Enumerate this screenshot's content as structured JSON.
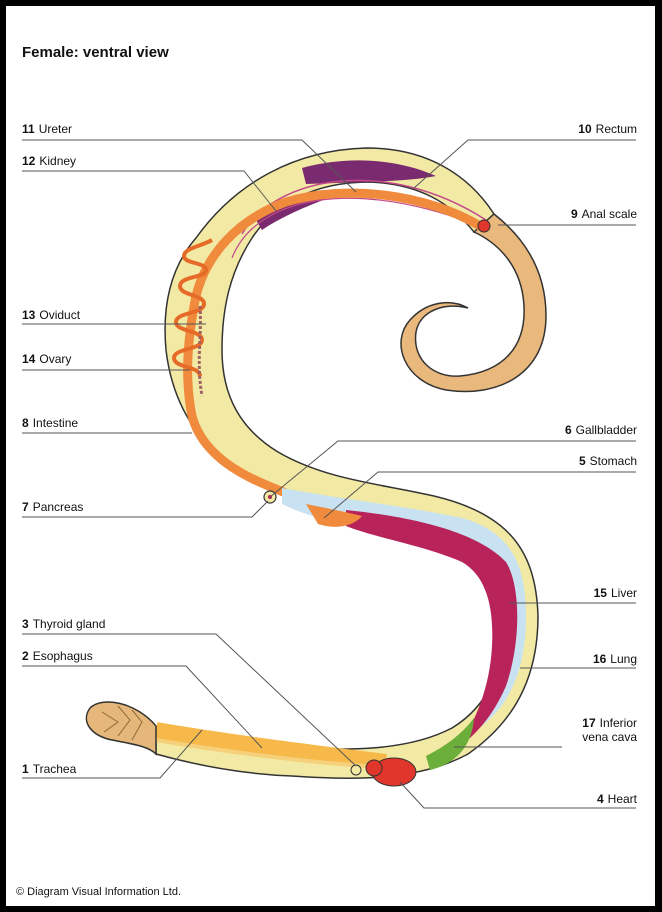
{
  "title": "Female: ventral view",
  "copyright": "© Diagram Visual Information Ltd.",
  "labels": {
    "l1": {
      "num": "1",
      "text": "Trachea"
    },
    "l2": {
      "num": "2",
      "text": "Esophagus"
    },
    "l3": {
      "num": "3",
      "text": "Thyroid gland"
    },
    "l4": {
      "num": "4",
      "text": "Heart"
    },
    "l5": {
      "num": "5",
      "text": "Stomach"
    },
    "l6": {
      "num": "6",
      "text": "Gallbladder"
    },
    "l7": {
      "num": "7",
      "text": "Pancreas"
    },
    "l8": {
      "num": "8",
      "text": "Intestine"
    },
    "l9": {
      "num": "9",
      "text": "Anal scale"
    },
    "l10": {
      "num": "10",
      "text": "Rectum"
    },
    "l11": {
      "num": "11",
      "text": "Ureter"
    },
    "l12": {
      "num": "12",
      "text": "Kidney"
    },
    "l13": {
      "num": "13",
      "text": "Oviduct"
    },
    "l14": {
      "num": "14",
      "text": "Ovary"
    },
    "l15": {
      "num": "15",
      "text": "Liver"
    },
    "l16": {
      "num": "16",
      "text": "Lung"
    },
    "l17": {
      "num": "17",
      "text": "Inferior",
      "text2": "vena cava"
    }
  },
  "colors": {
    "frame": "#000000",
    "body": "#f2eaa4",
    "skin_outline": "#333333",
    "intestine": "#f08a3c",
    "esophagus": "#f7b94a",
    "liver": "#b8235a",
    "lung": "#c8e2f2",
    "kidney": "#7a2a6e",
    "heart": "#e0362c",
    "vena_cava": "#6cae3a",
    "tail": "#e9b87c",
    "head": "#e6b77a"
  }
}
